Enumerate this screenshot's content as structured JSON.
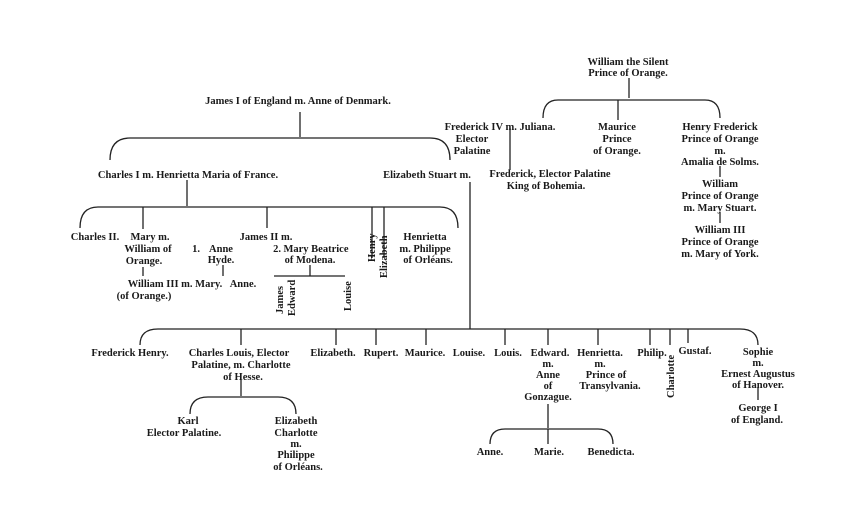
{
  "people": {
    "william_silent": "William the Silent",
    "william_silent_title": "Prince of Orange.",
    "james_i": "James I of England m. Anne of Denmark.",
    "frederick_iv": "Frederick IV m. Juliana.",
    "frederick_iv_title1": "Elector",
    "frederick_iv_title2": "Palatine",
    "maurice": "Maurice",
    "maurice_title1": "Prince",
    "maurice_title2": "of Orange.",
    "henry_frederick": "Henry Frederick",
    "henry_frederick_title": "Prince of Orange",
    "henry_frederick_m": "m.",
    "amalia": "Amalia de Solms.",
    "charles_i": "Charles I m. Henrietta Maria of France.",
    "elizabeth_stuart": "Elizabeth Stuart m.",
    "frederick_v": "Frederick, Elector Palatine",
    "frederick_v_title": "King of Bohemia.",
    "william_ii": "William",
    "william_ii_title": "Prince of Orange",
    "william_ii_m": "m. Mary Stuart.",
    "william_iii_right": "William III",
    "william_iii_right_title": "Prince of Orange",
    "william_iii_right_m": "m. Mary of York.",
    "charles_ii": "Charles II.",
    "mary_m": "Mary m.",
    "mary_m2": "William of",
    "mary_m3": "Orange.",
    "james_ii": "James II m.",
    "wife1_num": "1.",
    "wife1a": "Anne",
    "wife1b": "Hyde.",
    "wife2_num": "2.",
    "wife2a": "Mary Beatrice",
    "wife2b": "of Modena.",
    "henry": "Henry",
    "elizabeth_v": "Elizabeth",
    "henrietta": "Henrietta",
    "henrietta_m": "m. Philippe",
    "henrietta_of": "of Orléans.",
    "william_iii_left": "William III m. Mary.",
    "anne_queen": "Anne.",
    "william_iii_left_sub": "(of Orange.)",
    "james_edward_1": "James",
    "james_edward_2": "Edward",
    "louise_modena": "Louise",
    "frederick_henry": "Frederick Henry.",
    "charles_louis": "Charles Louis, Elector",
    "charles_louis_2": "Palatine, m. Charlotte",
    "charles_louis_3": "of Hesse.",
    "c_elizabeth": "Elizabeth.",
    "c_rupert": "Rupert.",
    "c_maurice": "Maurice.",
    "c_louise": "Louise.",
    "c_louis": "Louis.",
    "c_edward": "Edward.",
    "c_edward_m": "m.",
    "c_edward_anne": "Anne",
    "c_edward_of": "of",
    "c_edward_gon": "Gonzague.",
    "c_henrietta": "Henrietta.",
    "c_henrietta_m": "m.",
    "c_henrietta_pr": "Prince of",
    "c_henrietta_tr": "Transylvania.",
    "c_philip": "Philip.",
    "c_charlotte": "Charlotte",
    "c_gustaf": "Gustaf.",
    "c_sophie": "Sophie",
    "c_sophie_m": "m.",
    "c_sophie_ea": "Ernest Augustus",
    "c_sophie_hn": "of Hanover.",
    "george_i": "George I",
    "george_i_2": "of England.",
    "karl": "Karl",
    "karl_2": "Elector Palatine.",
    "liselotte": "Elizabeth",
    "liselotte_2": "Charlotte",
    "liselotte_3": "m.",
    "liselotte_4": "Philippe",
    "liselotte_5": "of Orléans.",
    "g_anne": "Anne.",
    "g_marie": "Marie.",
    "g_benedicta": "Benedicta."
  }
}
